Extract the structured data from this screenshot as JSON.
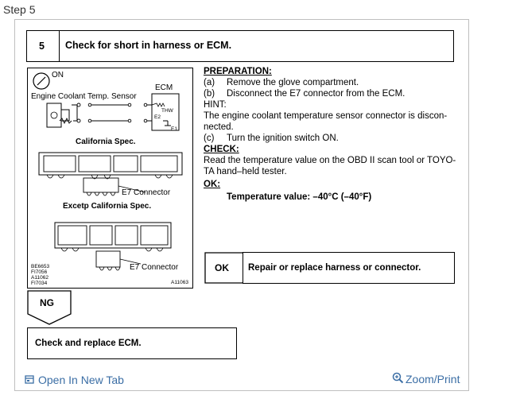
{
  "page": {
    "step_label": "Step 5"
  },
  "header": {
    "number": "5",
    "title": "Check for short in harness or ECM."
  },
  "diagram": {
    "on_label": "ON",
    "sensor_label": "Engine Coolant Temp. Sensor",
    "ecm_label": "ECM",
    "thw_label": "THW",
    "e2_label": "E2",
    "e1_label": "E1",
    "california_label": "California Spec.",
    "e7_connector_top": "E7 Connector",
    "except_label": "Excetp California Spec.",
    "e7_connector_bottom": "E7 Connector",
    "codes": [
      "BE6653",
      "FI7056",
      "A11062",
      "FI7034"
    ],
    "figure_code": "A11063"
  },
  "instructions": {
    "preparation_heading": "PREPARATION:",
    "step_a_label": "(a)",
    "step_a": "Remove the glove compartment.",
    "step_b_label": "(b)",
    "step_b": "Disconnect the E7 connector from the ECM.",
    "hint_label": "HINT:",
    "hint_line1": "The engine coolant temperature sensor connector is discon-",
    "hint_line2": "nected.",
    "step_c_label": "(c)",
    "step_c": "Turn the ignition switch ON.",
    "check_heading": "CHECK:",
    "check_line1": "Read the temperature value on the OBD II scan tool or TOYO-",
    "check_line2": "TA hand–held tester.",
    "ok_heading": "OK:",
    "ok_value": "Temperature value: –40°C (–40°F)"
  },
  "ok_result": {
    "label": "OK",
    "action": "Repair or replace harness or connector."
  },
  "ng_result": {
    "label": "NG",
    "action": "Check and replace ECM."
  },
  "footer": {
    "open_tab": "Open In New Tab",
    "zoom": "Zoom/Print"
  }
}
